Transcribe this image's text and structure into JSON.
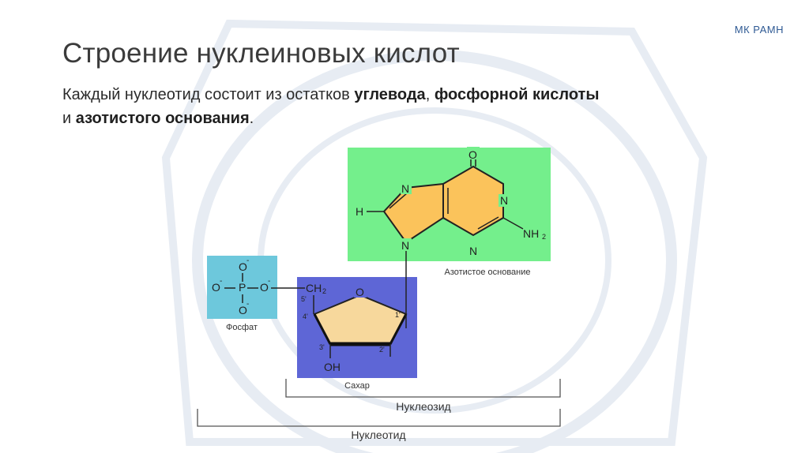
{
  "header": {
    "title": "Строение нуклеиновых кислот",
    "brand": "МК РАМН"
  },
  "intro": {
    "p1": "Каждый нуклеотид состоит из остатков ",
    "b1": "углевода",
    "p2": ", ",
    "b2": "фосфорной кислоты",
    "p3": " и ",
    "b3": "азотистого основания",
    "p4": "."
  },
  "diagram": {
    "colors": {
      "phosphate_box": "#6dc8dc",
      "sugar_box": "#5e66d6",
      "base_box": "#74ef8c",
      "ring_fill": "#f7d89c",
      "purine_fill": "#fbc35b"
    },
    "phosphate": {
      "atom_o": "O",
      "atom_p": "P",
      "charge": "-",
      "caption": "Фосфат"
    },
    "sugar": {
      "ch2": "CH",
      "ch2_sub": "2",
      "ring_o": "O",
      "oh": "OH",
      "c5": "5'",
      "c4": "4'",
      "c3": "3'",
      "c2": "2'",
      "c1": "1'",
      "caption": "Сахар"
    },
    "base": {
      "n": "N",
      "o": "O",
      "h": "H",
      "nh2": "NH",
      "nh2_sub": "2",
      "caption": "Азотистое основание"
    },
    "brackets": {
      "nucleoside": "Нуклеозид",
      "nucleotide": "Нуклеотид"
    }
  }
}
